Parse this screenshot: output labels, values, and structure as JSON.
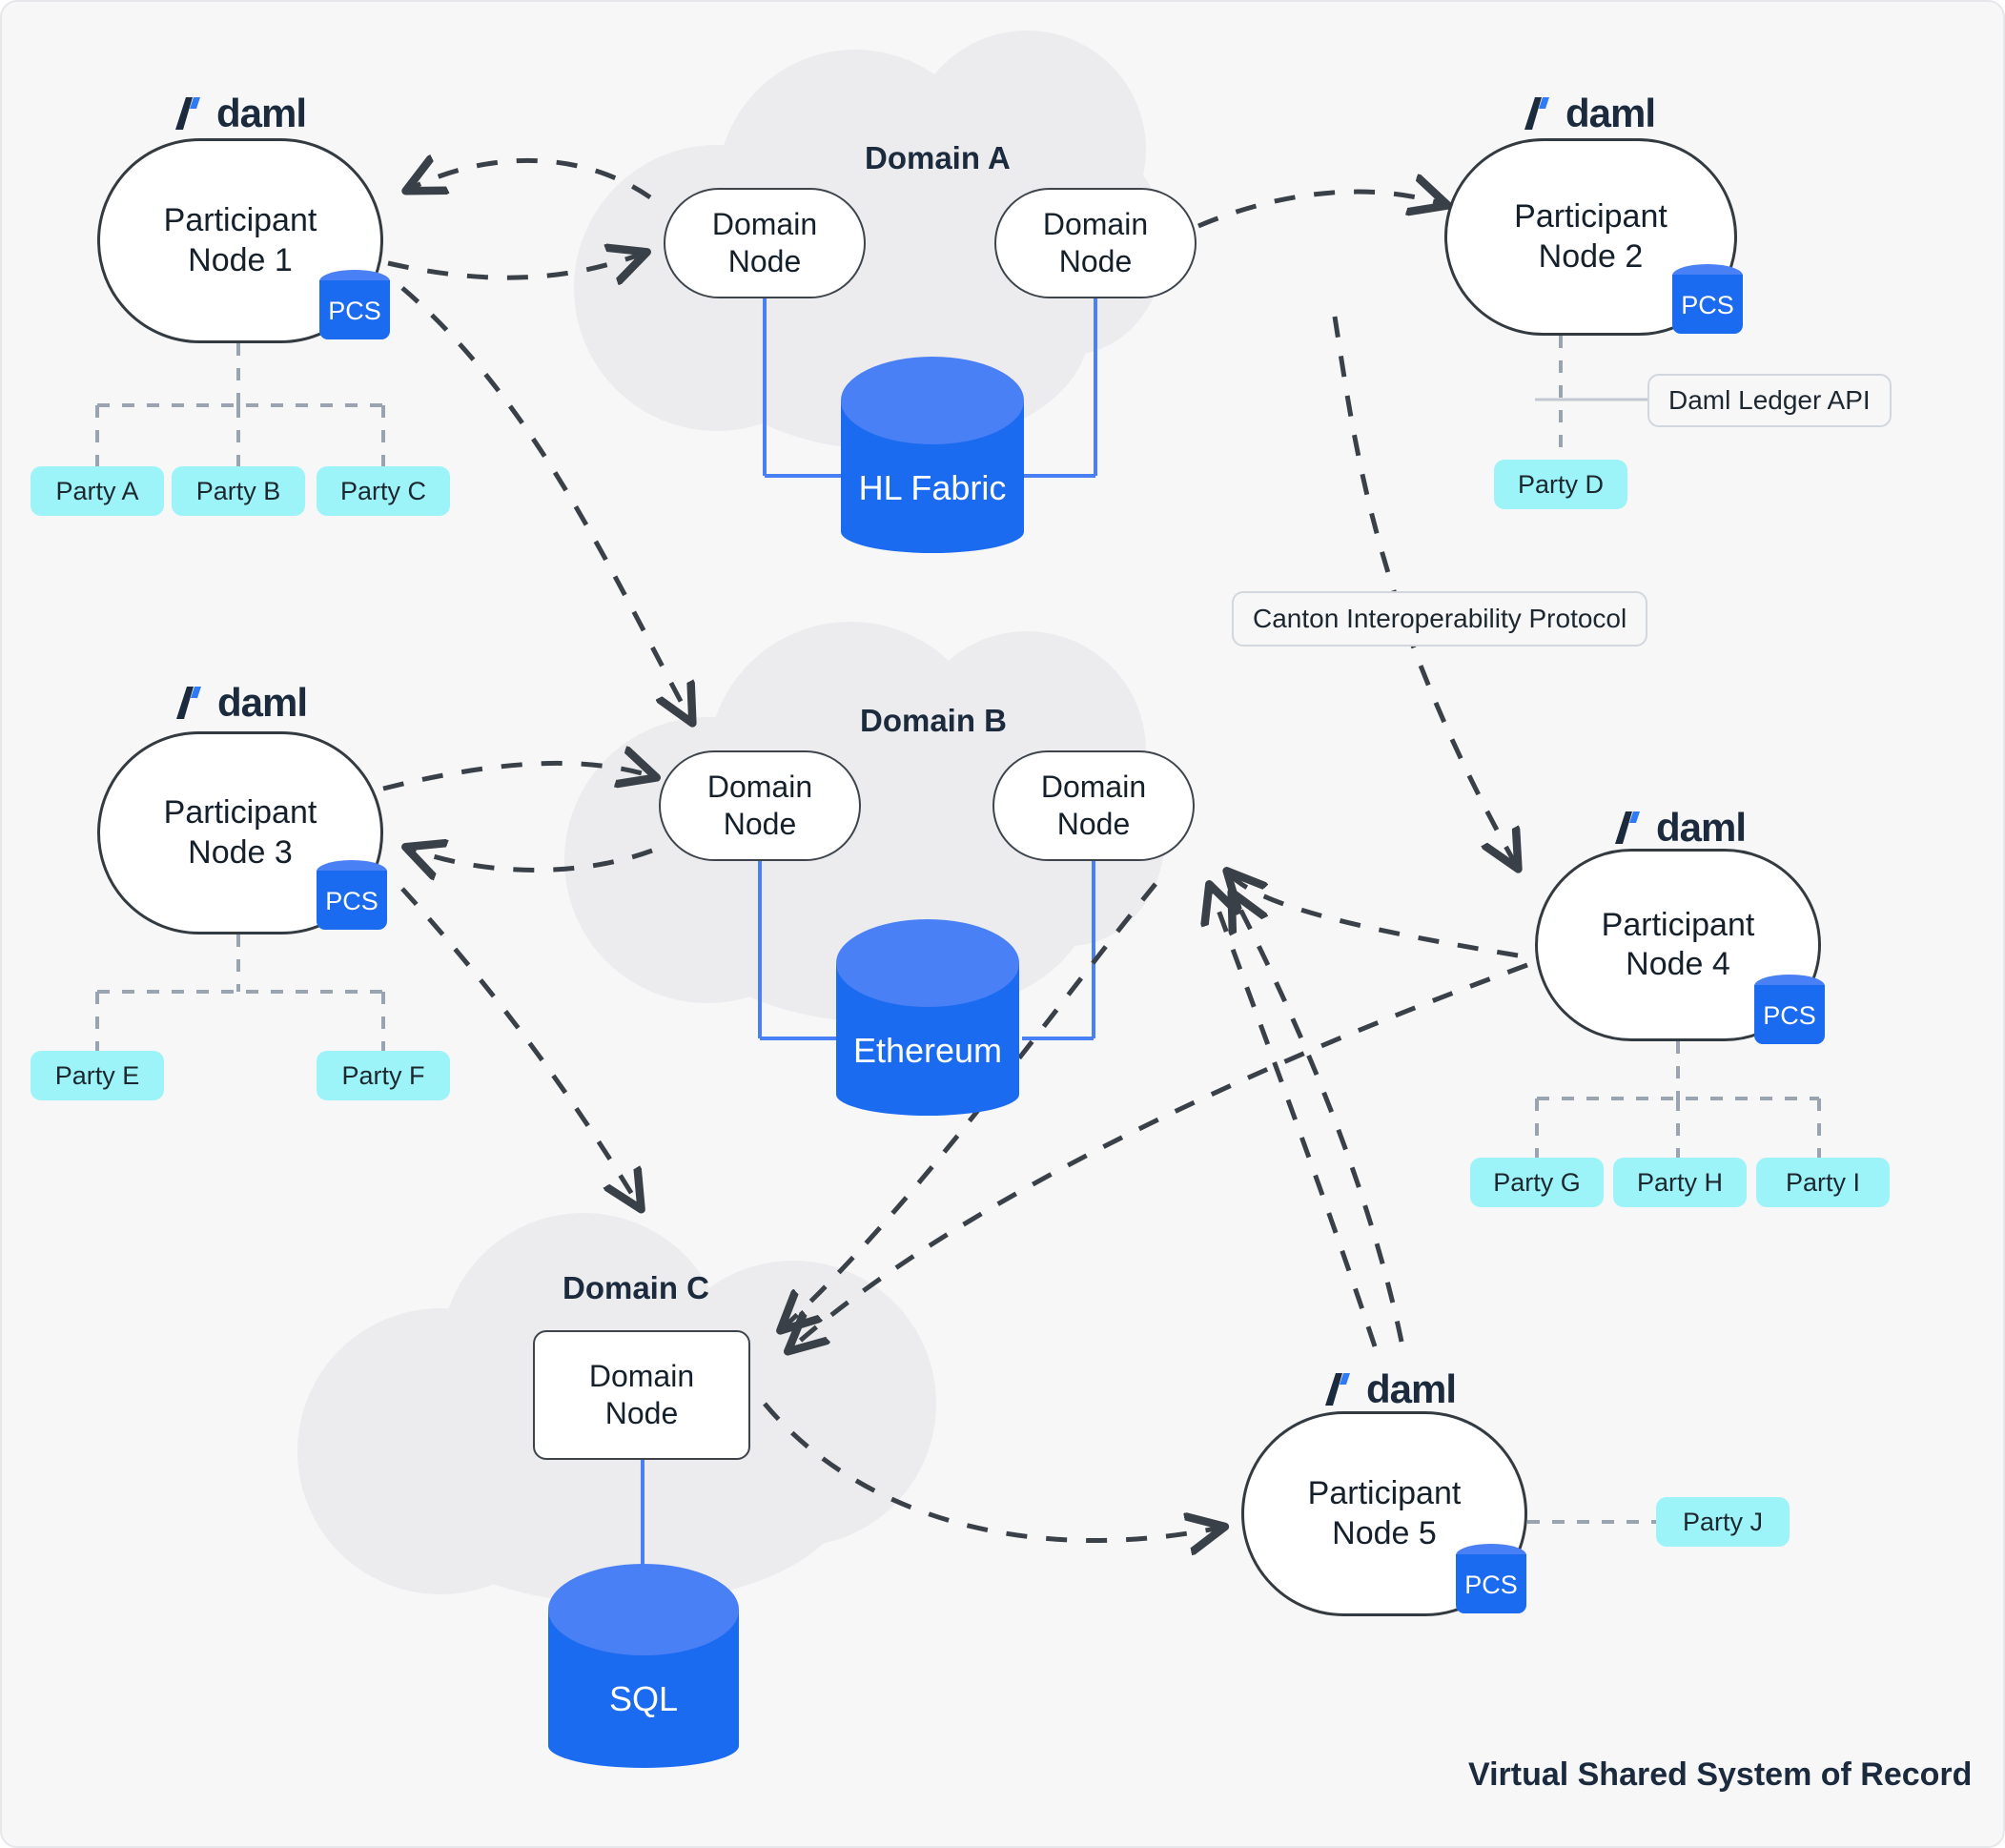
{
  "diagram": {
    "footer_title": "Virtual Shared System of Record",
    "brand_wordmark": "daml",
    "pcs_label": "PCS",
    "domain_node_label": "Domain\nNode",
    "domain_node_line1": "Domain",
    "domain_node_line2": "Node"
  },
  "participants": [
    {
      "id": "pn1",
      "line1": "Participant",
      "line2": "Node 1",
      "brand": "daml",
      "storage": "PCS"
    },
    {
      "id": "pn2",
      "line1": "Participant",
      "line2": "Node 2",
      "brand": "daml",
      "storage": "PCS"
    },
    {
      "id": "pn3",
      "line1": "Participant",
      "line2": "Node 3",
      "brand": "daml",
      "storage": "PCS"
    },
    {
      "id": "pn4",
      "line1": "Participant",
      "line2": "Node 4",
      "brand": "daml",
      "storage": "PCS"
    },
    {
      "id": "pn5",
      "line1": "Participant",
      "line2": "Node 5",
      "brand": "daml",
      "storage": "PCS"
    }
  ],
  "domains": [
    {
      "id": "domA",
      "title": "Domain A",
      "ledger": "HL Fabric",
      "nodes": 2
    },
    {
      "id": "domB",
      "title": "Domain B",
      "ledger": "Ethereum",
      "nodes": 2
    },
    {
      "id": "domC",
      "title": "Domain C",
      "ledger": "SQL",
      "nodes": 1
    }
  ],
  "parties": [
    {
      "id": "pA",
      "label": "Party A",
      "owner": "pn1"
    },
    {
      "id": "pB",
      "label": "Party B",
      "owner": "pn1"
    },
    {
      "id": "pC",
      "label": "Party C",
      "owner": "pn1"
    },
    {
      "id": "pD",
      "label": "Party D",
      "owner": "pn2"
    },
    {
      "id": "pE",
      "label": "Party E",
      "owner": "pn3"
    },
    {
      "id": "pF",
      "label": "Party F",
      "owner": "pn3"
    },
    {
      "id": "pG",
      "label": "Party G",
      "owner": "pn4"
    },
    {
      "id": "pH",
      "label": "Party H",
      "owner": "pn4"
    },
    {
      "id": "pI",
      "label": "Party I",
      "owner": "pn4"
    },
    {
      "id": "pJ",
      "label": "Party J",
      "owner": "pn5"
    }
  ],
  "callouts": [
    {
      "id": "ledger-api",
      "label": "Daml Ledger API"
    },
    {
      "id": "canton-protocol",
      "label": "Canton Interoperability Protocol"
    }
  ],
  "colors": {
    "canvas": "#f7f7f8",
    "cloud": "#ececee",
    "ledger_body": "#1b6bf0",
    "ledger_cap": "#4a80f5",
    "party_chip": "#9df4f8",
    "node_stroke": "#333a40",
    "text_dark": "#15202b",
    "heading": "#1b2a3d",
    "dashed_edge": "#3a4047",
    "party_edge": "#9aa3b0",
    "blue_link": "#4a80f5"
  }
}
